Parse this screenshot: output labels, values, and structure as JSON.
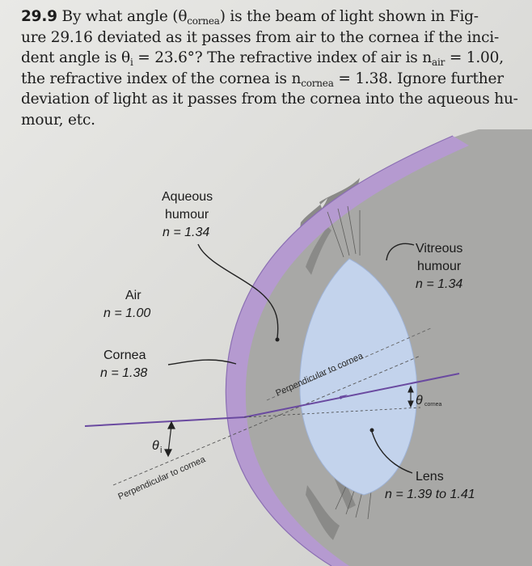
{
  "problem": {
    "number": "29.9",
    "line1": "By what angle (θ",
    "line1_sub": "cornea",
    "line1_rest": ") is the beam of light shown in Fig-",
    "line2": "ure 29.16 deviated as it passes from air to the cornea if the inci-",
    "line3_a": "dent angle is θ",
    "line3_sub_i": "i",
    "line3_b": " = 23.6°? The refractive index of air is n",
    "line3_sub_air": "air",
    "line3_c": " = 1.00,",
    "line4_a": "the refractive index of the cornea is n",
    "line4_sub": "cornea",
    "line4_b": " = 1.38. Ignore further",
    "line5": "deviation of light as it passes from the cornea into the aqueous hu-",
    "line6": "mour, etc."
  },
  "figure": {
    "aqueous_name_1": "Aqueous",
    "aqueous_name_2": "humour",
    "aqueous_n": "n = 1.34",
    "vitreous_name_1": "Vitreous",
    "vitreous_name_2": "humour",
    "vitreous_n": "n = 1.34",
    "air_name": "Air",
    "air_n": "n = 1.00",
    "cornea_name": "Cornea",
    "cornea_n": "n = 1.38",
    "lens_name": "Lens",
    "lens_n": "n = 1.39 to 1.41",
    "perp_lower": "Perpendicular to cornea",
    "perp_upper": "Perpendicular to cornea",
    "theta_i_symbol": "θ",
    "theta_i_sub": "i",
    "theta_cornea_symbol": "θ",
    "theta_cornea_sub": "cornea"
  },
  "colors": {
    "cornea_purple": "#b59ad0",
    "cornea_dark": "#9d80c0",
    "lens_blue": "#c3d3ec",
    "eye_gray": "#a6a6a4",
    "ray_purple": "#6a4aa0"
  }
}
